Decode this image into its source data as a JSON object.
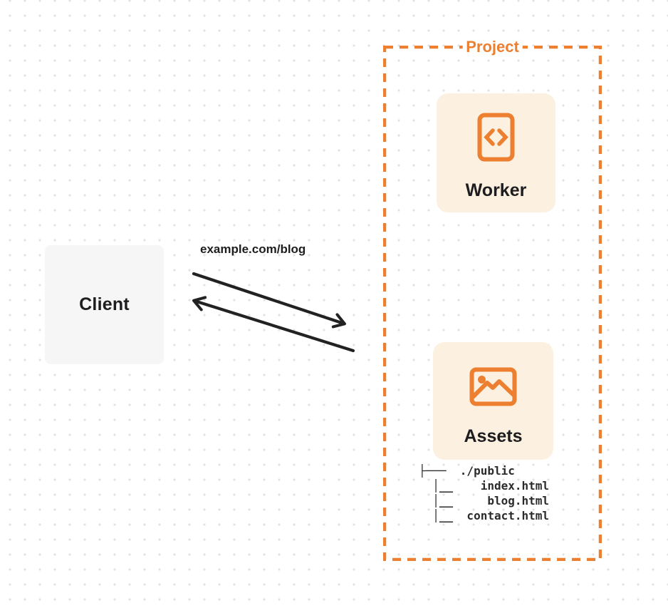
{
  "client": {
    "label": "Client"
  },
  "request_label": "example.com/blog",
  "project": {
    "label": "Project",
    "worker": {
      "label": "Worker",
      "icon": "code-icon"
    },
    "assets": {
      "label": "Assets",
      "icon": "image-icon"
    },
    "file_tree": [
      "├───  ./public",
      "  │__    index.html",
      "  │__     blog.html",
      "  │__  contact.html"
    ]
  },
  "colors": {
    "accent_orange": "#ec8030",
    "card_background": "#fcf0e1",
    "client_background": "#f6f6f7",
    "arrow": "#222222",
    "text_dark": "#1d1d1f",
    "dot_grid": "#e2e2e2"
  }
}
